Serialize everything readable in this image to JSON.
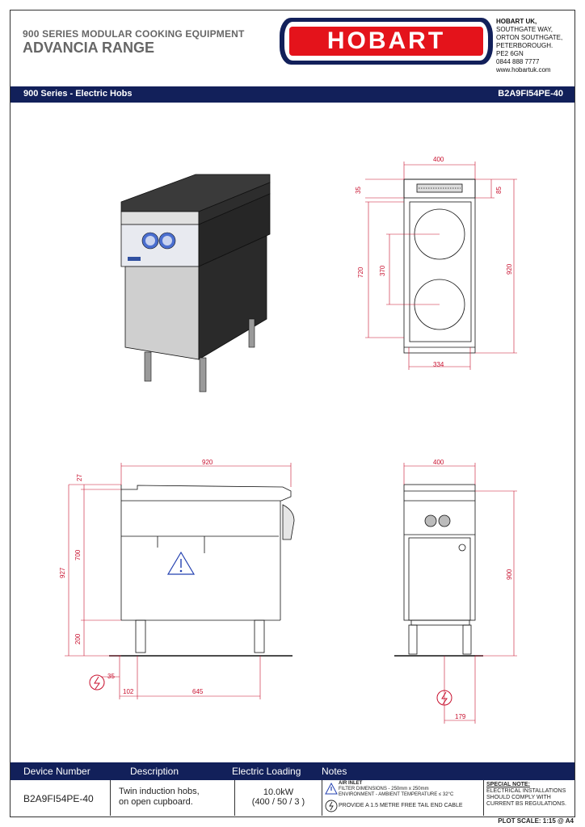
{
  "header": {
    "series_title": "900 SERIES MODULAR COOKING EQUIPMENT",
    "range_title": "ADVANCIA RANGE",
    "logo_text": "HOBART",
    "address_lines": [
      "HOBART UK,",
      "SOUTHGATE WAY,",
      "ORTON SOUTHGATE,",
      "PETERBOROUGH.",
      "PE2 6GN",
      "0844 888 7777",
      "www.hobartuk.com"
    ]
  },
  "title_bar": {
    "left": "900 Series - Electric Hobs",
    "right": "B2A9FI54PE-40"
  },
  "dimensions": {
    "top_view": {
      "width": "400",
      "rear": "35",
      "rear_right": "85",
      "depth_left": "720",
      "burner_pitch": "370",
      "depth_right": "920",
      "bottom": "334"
    },
    "side_view": {
      "length": "920",
      "top": "27",
      "height_total": "927",
      "body": "700",
      "legs": "200",
      "service": "35",
      "offset": "102",
      "cable": "645"
    },
    "front_view": {
      "width": "400",
      "height": "900",
      "cable": "179"
    }
  },
  "table": {
    "headers": [
      "Device Number",
      "Description",
      "Electric Loading",
      "Notes"
    ],
    "device_number": "B2A9FI54PE-40",
    "description_lines": [
      "Twin induction hobs,",
      "on open cupboard."
    ],
    "loading_lines": [
      "10.0kW",
      "(400 / 50 / 3 )"
    ],
    "notes": {
      "air_inlet": "AIR INLET",
      "filter": "FILTER DIMENSIONS  - 250mm x 250mm",
      "environment": "ENVIRONMENT - AMBIENT TEMPERATURE  ≤ 32°C",
      "cable": "PROVIDE A 1.5 METRE FREE TAIL END CABLE"
    },
    "special_note": {
      "title": "SPECIAL NOTE:",
      "lines": [
        "ELECTRICAL INSTALLATIONS",
        "SHOULD COMPLY WITH",
        "CURRENT BS REGULATIONS."
      ]
    }
  },
  "plot_scale": "PLOT SCALE:  1:15 @ A4",
  "colors": {
    "navy": "#12205a",
    "red": "#e4131b",
    "dimension": "#c8102e"
  }
}
